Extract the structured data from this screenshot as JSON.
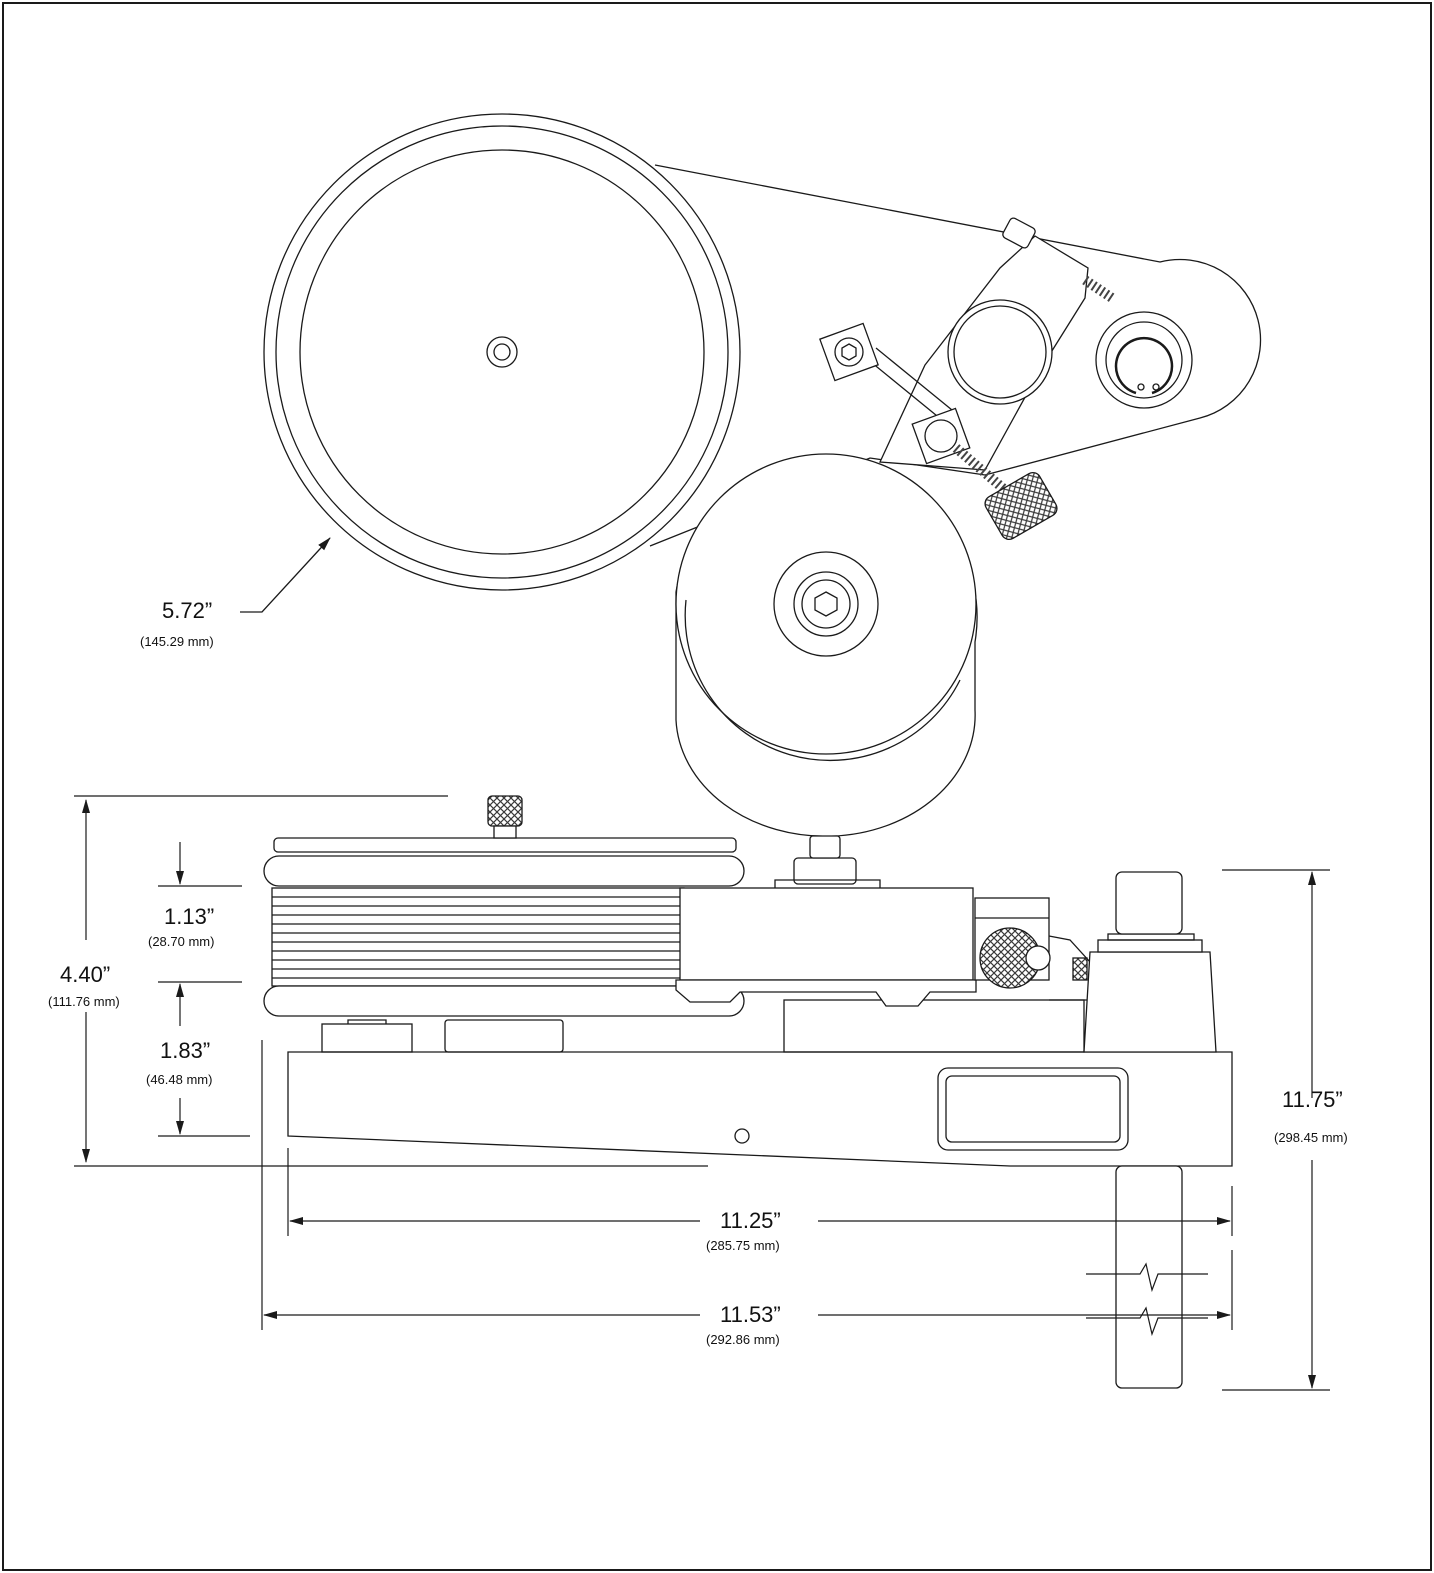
{
  "colors": {
    "line": "#1a1a1a",
    "knurl": "#3a3a3a",
    "background": "#ffffff"
  },
  "dimensions": {
    "platter_diameter": {
      "inches": "5.72”",
      "mm": "(145.29 mm)"
    },
    "overall_height": {
      "inches": "4.40”",
      "mm": "(111.76 mm)"
    },
    "platter_thickness": {
      "inches": "1.13”",
      "mm": "(28.70 mm)"
    },
    "base_height": {
      "inches": "1.83”",
      "mm": "(46.48 mm)"
    },
    "post_height": {
      "inches": "11.75”",
      "mm": "(298.45 mm)"
    },
    "base_length": {
      "inches": "11.25”",
      "mm": "(285.75 mm)"
    },
    "overall_length": {
      "inches": "11.53”",
      "mm": "(292.86 mm)"
    }
  }
}
